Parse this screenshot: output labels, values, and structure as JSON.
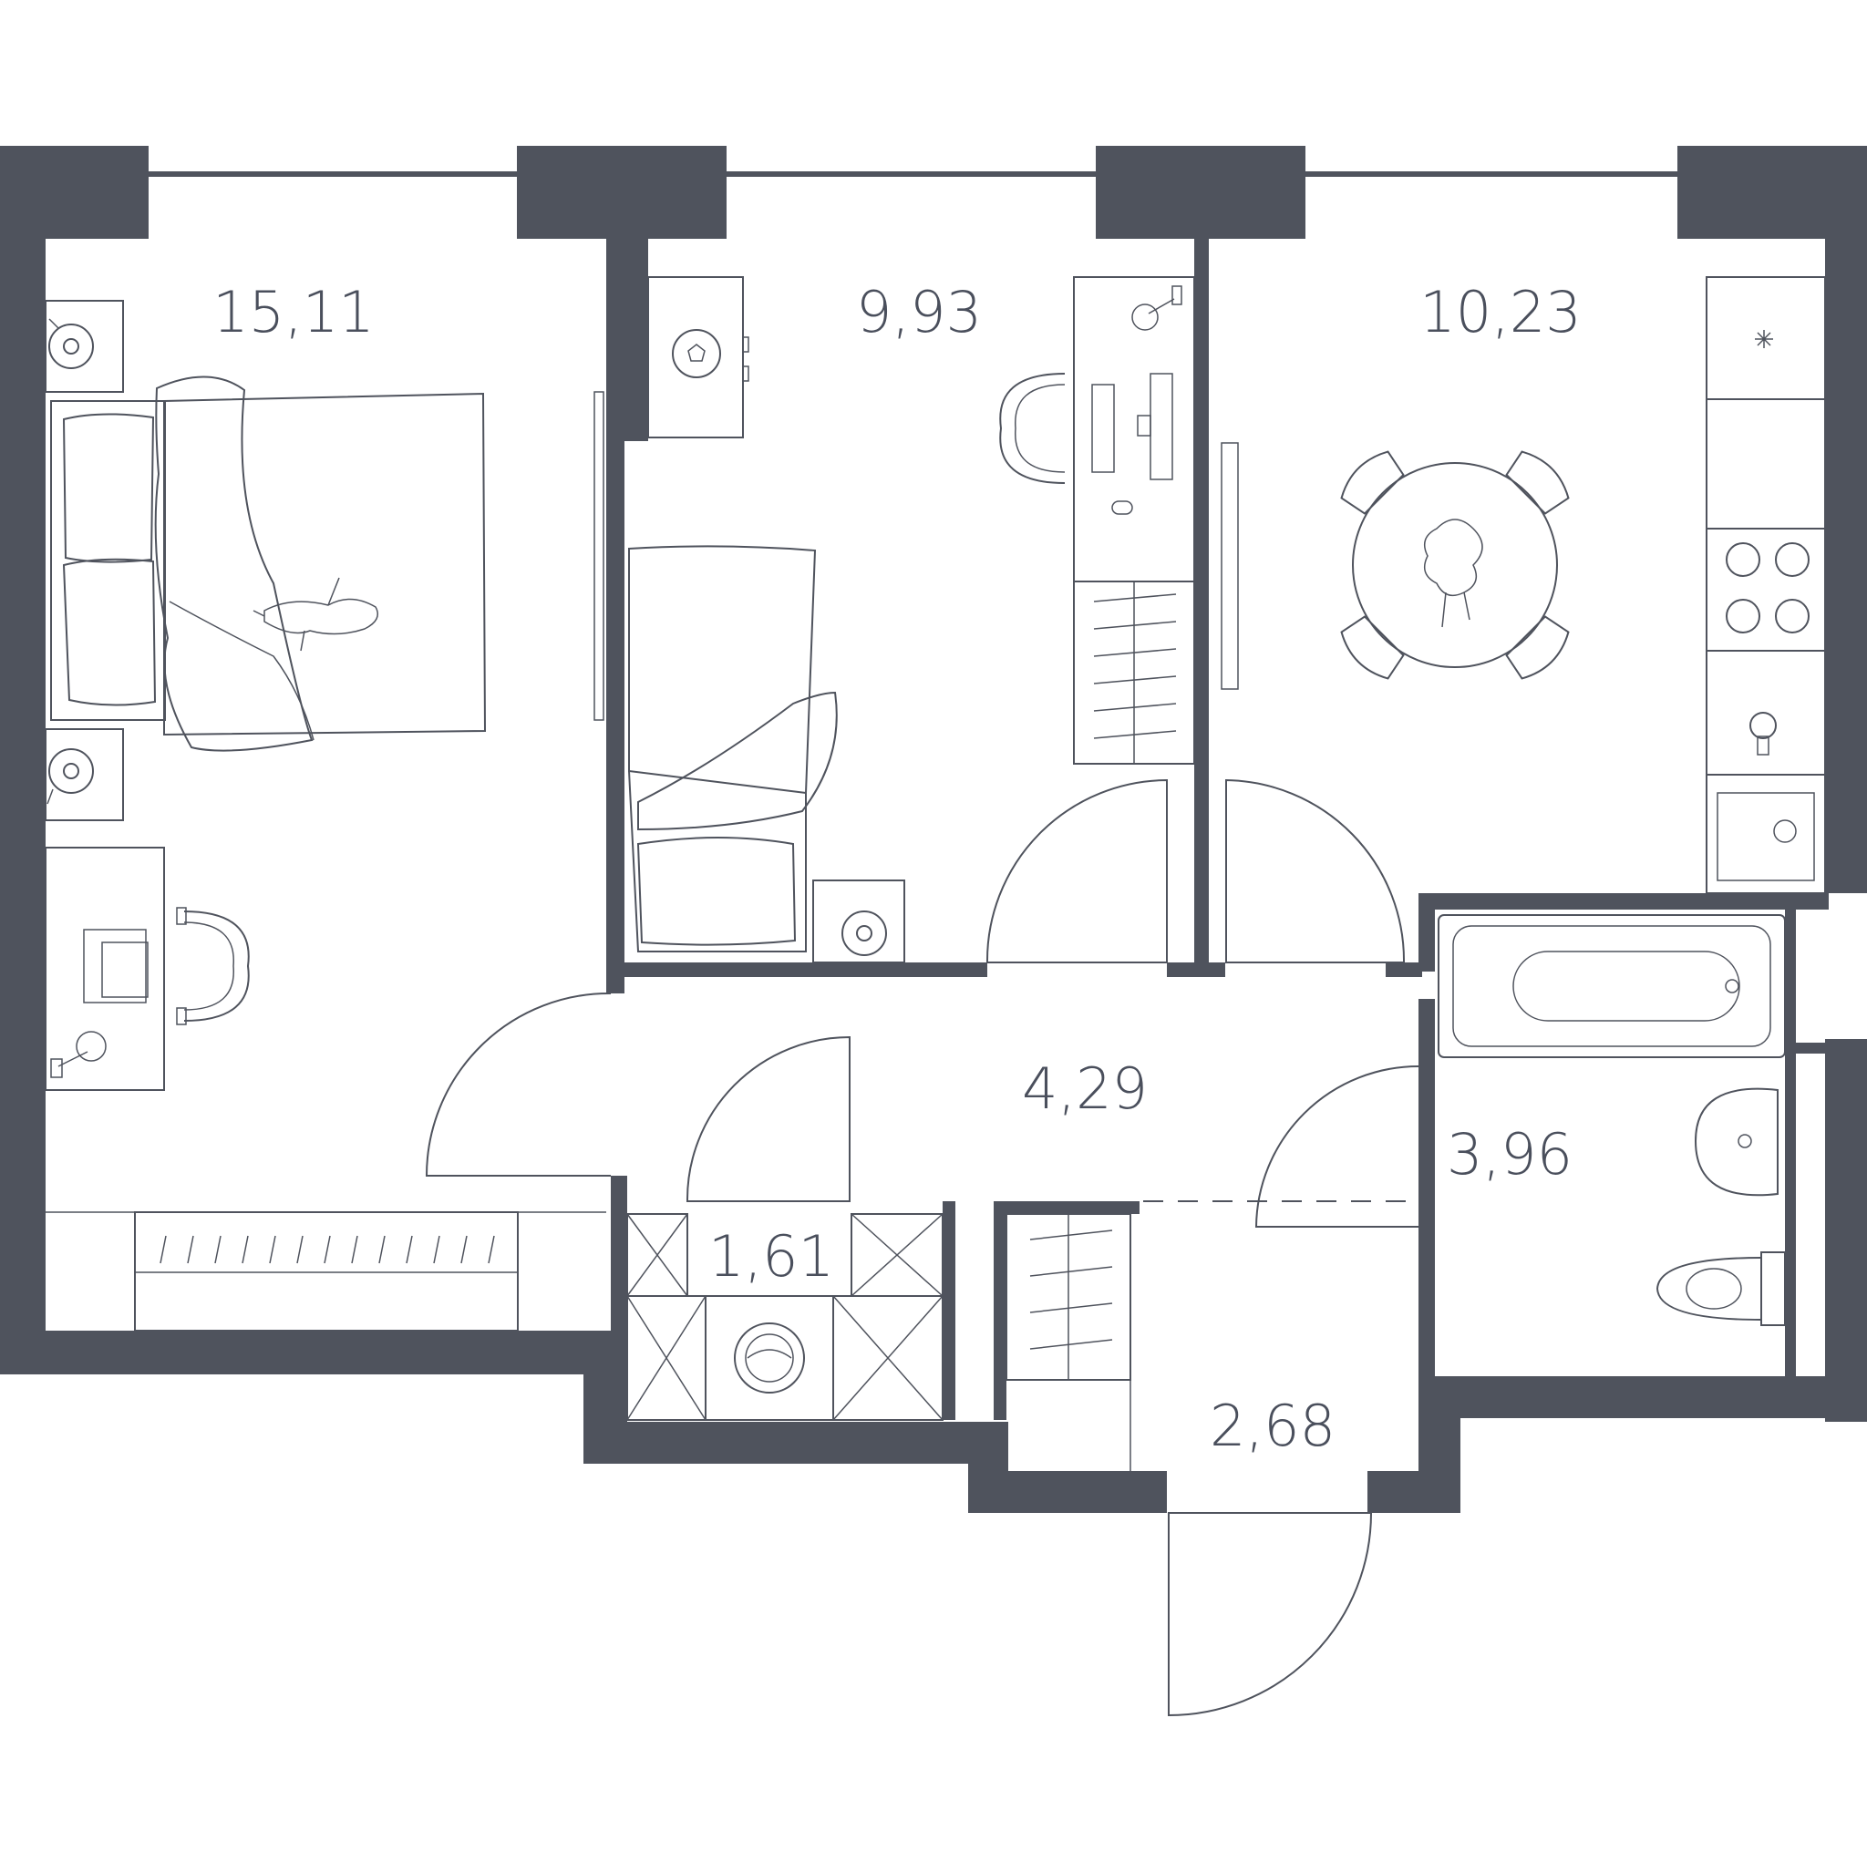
{
  "plan": {
    "wall_color": "#4f535d",
    "line_color": "#4f535d",
    "background": "#ffffff"
  },
  "rooms": [
    {
      "id": "bedroom",
      "area": "15,11"
    },
    {
      "id": "childroom",
      "area": "9,93"
    },
    {
      "id": "kitchen",
      "area": "10,23"
    },
    {
      "id": "hall",
      "area": "4,29"
    },
    {
      "id": "bathroom",
      "area": "3,96"
    },
    {
      "id": "laundry",
      "area": "1,61"
    },
    {
      "id": "entrance",
      "area": "2,68"
    }
  ],
  "icons": [
    "bed-icon",
    "cat-icon",
    "lamp-icon",
    "desk-icon",
    "chair-icon",
    "soccer-ball-icon",
    "computer-icon",
    "wardrobe-icon",
    "dining-table-icon",
    "flowers-icon",
    "stove-icon",
    "sink-icon",
    "fridge-icon",
    "bathtub-icon",
    "washbasin-icon",
    "toilet-icon",
    "washing-machine-icon"
  ]
}
